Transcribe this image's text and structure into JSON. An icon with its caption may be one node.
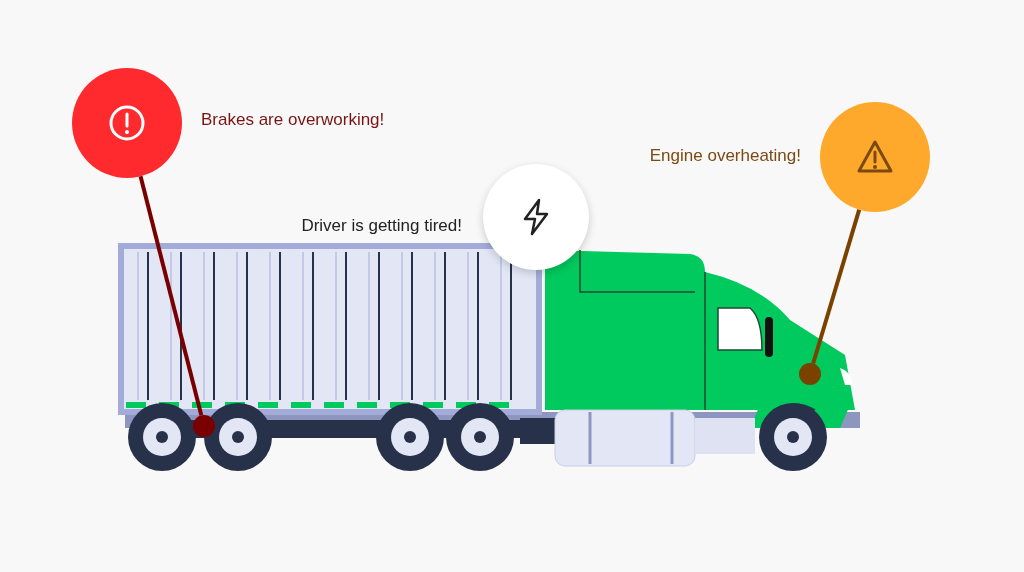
{
  "diagram": {
    "nodes": [
      {
        "text": [],
        "shape": "circle",
        "beside": [
          "Brakes are overworking!"
        ]
      },
      {
        "text": [],
        "shape": "circle",
        "beside": [
          "Driver is getting tired!"
        ]
      },
      {
        "text": [],
        "shape": "circle",
        "beside": [
          "Engine overheating!"
        ]
      },
      {
        "text": [],
        "shape": "circle"
      },
      {
        "text": [],
        "shape": "circle"
      }
    ],
    "edges": [
      {
        "from": 0,
        "to": 3,
        "arrow": "none"
      },
      {
        "from": 2,
        "to": 4,
        "arrow": "none"
      }
    ]
  }
}
